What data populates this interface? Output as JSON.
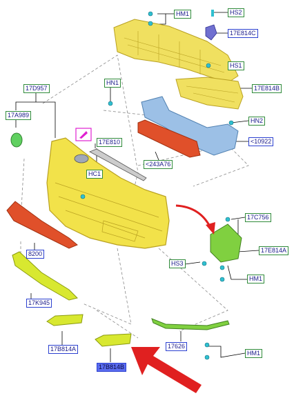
{
  "callouts": {
    "hm1_top": "HM1",
    "hs2": "HS2",
    "e17e814c": "17E814C",
    "hs1": "HS1",
    "e17e814b": "17E814B",
    "hn1": "HN1",
    "d17d957": "17D957",
    "a17a989": "17A989",
    "hn2": "HN2",
    "c10922": "<10922",
    "e17e810": "17E810",
    "c243a76": "<243A76",
    "hc1": "HC1",
    "c17c756": "17C756",
    "e17e814a": "17E814A",
    "n8200": "8200",
    "hs3": "HS3",
    "hm1_mid": "HM1",
    "k17k945": "17K945",
    "n17626": "17626",
    "b17b814a": "17B814A",
    "b17b814b": "17B814B",
    "hm1_bottom": "HM1"
  },
  "colors": {
    "yellow_part": "#f0e060",
    "yellow_outline": "#b8a020",
    "red_part": "#e0502a",
    "blue_part": "#9cc0e6",
    "green_part": "#80d040",
    "lime_part": "#d8e830",
    "clip_cyan": "#30c0d0",
    "arrow_red": "#e02020",
    "tag_green": "#2f8a3a",
    "tag_blue": "#2a3fd0",
    "tag_selected": "#5a6cf0",
    "emblem_frame": "#e020d0"
  }
}
